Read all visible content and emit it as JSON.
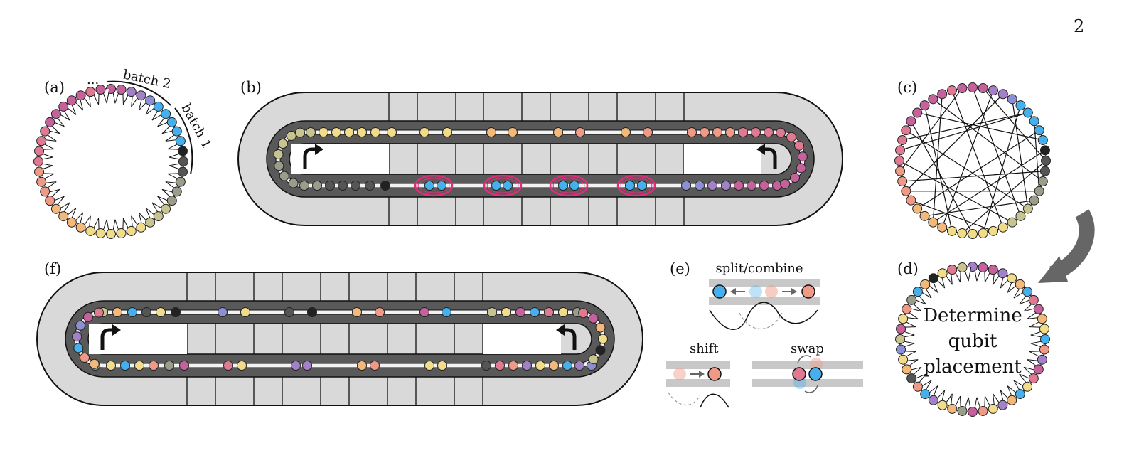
{
  "page_number": "2",
  "panels": {
    "a": {
      "label": "(a)",
      "ellipsis": "...",
      "batch2": "batch 2",
      "batch1": "batch 1"
    },
    "b": {
      "label": "(b)"
    },
    "c": {
      "label": "(c)"
    },
    "d": {
      "label": "(d)",
      "text_line1": "Determine",
      "text_line2": "qubit",
      "text_line3": "placement"
    },
    "e": {
      "label": "(e)",
      "split_combine": "split/combine",
      "shift": "shift",
      "swap": "swap"
    },
    "f": {
      "label": "(f)"
    }
  },
  "colors": {
    "yellow": "#f1dc8a",
    "orange": "#f3b97a",
    "salmon": "#ef9a86",
    "pink": "#e07a93",
    "magenta": "#c5629c",
    "purple": "#a381c6",
    "lavender": "#8d8fd4",
    "blue": "#46b0ee",
    "gray": "#9c9c8a",
    "olive": "#c7c48f",
    "dark": "#555555",
    "black": "#222222",
    "highlight": "#e02d7a",
    "track_light": "#d9d9d9",
    "track_dark": "#595959"
  }
}
